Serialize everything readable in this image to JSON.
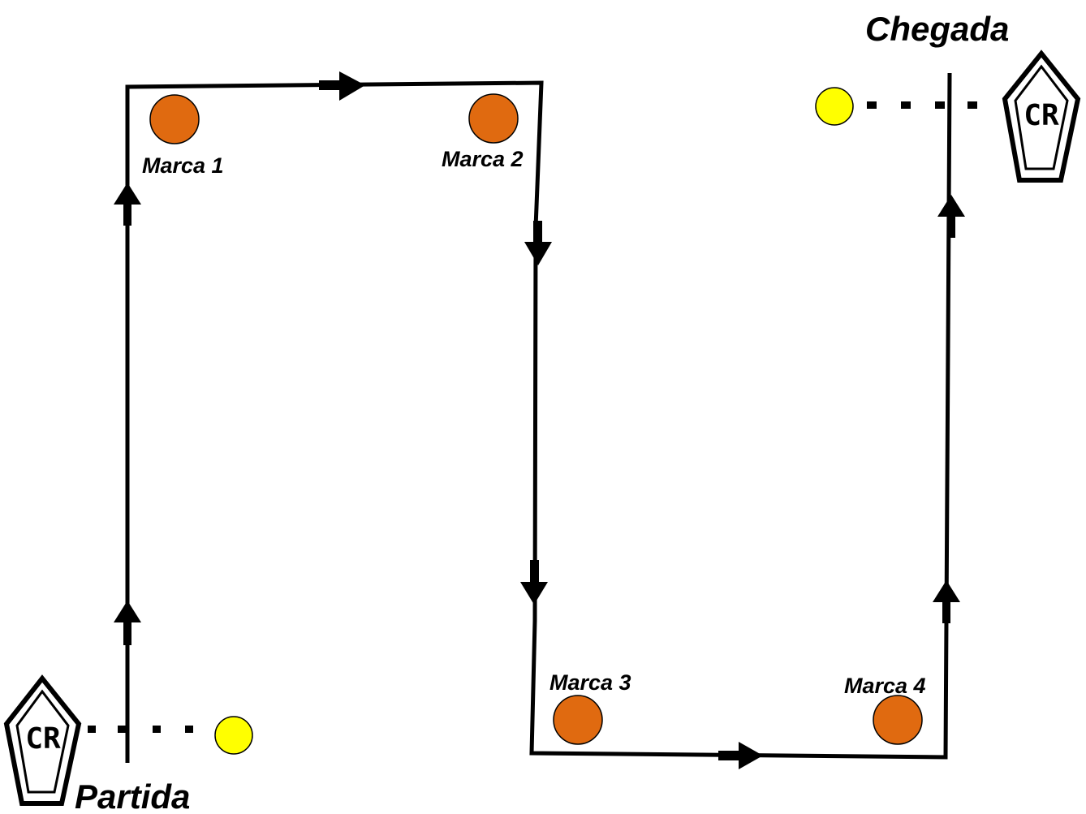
{
  "labels": {
    "start": "Partida",
    "finish": "Chegada",
    "cr_start": "CR",
    "cr_finish": "CR"
  },
  "marks": [
    {
      "name": "Marca 1"
    },
    {
      "name": "Marca 2"
    },
    {
      "name": "Marca 3"
    },
    {
      "name": "Marca 4"
    }
  ],
  "colors": {
    "mark": "#E06A10",
    "ball": "#FFFF00",
    "line": "#000000"
  }
}
